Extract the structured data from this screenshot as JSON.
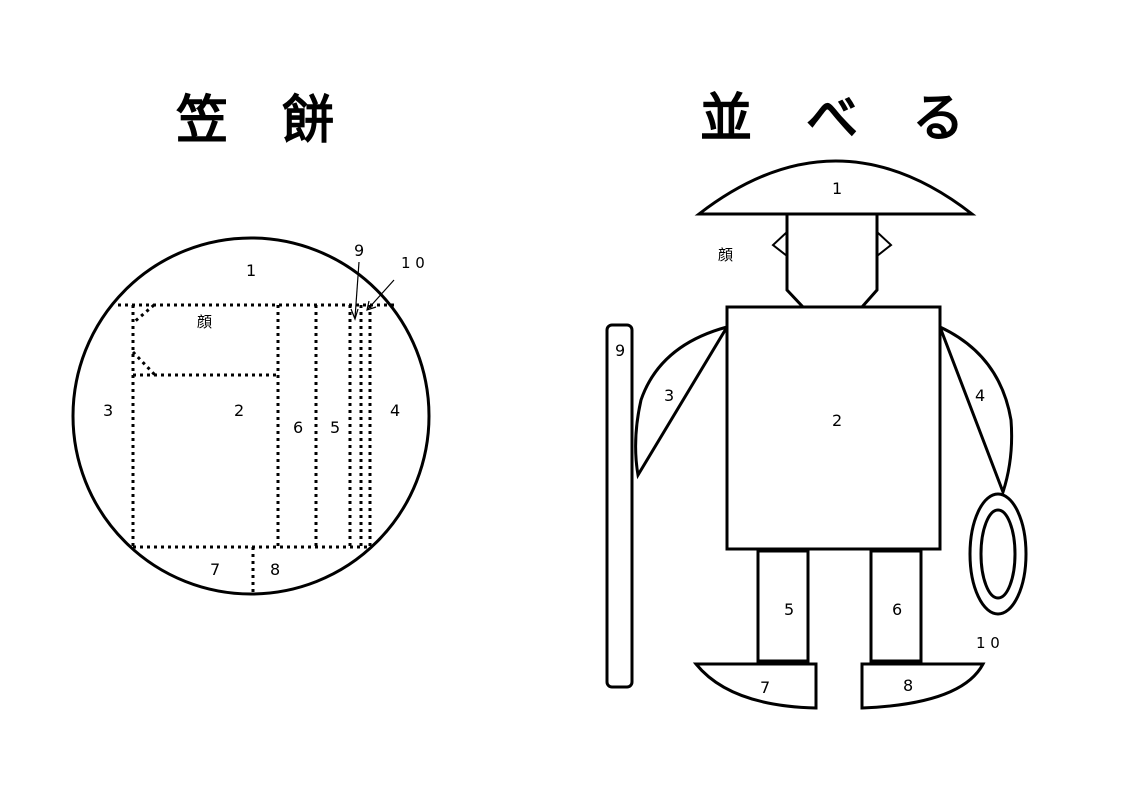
{
  "left_panel": {
    "title": "笠 餅",
    "labels": {
      "p1": "1",
      "p2": "2",
      "p3": "3",
      "p4": "4",
      "p5": "5",
      "p6": "6",
      "p7": "7",
      "p8": "8",
      "p9": "9",
      "p10": "1 0",
      "face": "顔"
    }
  },
  "right_panel": {
    "title": "並 べ る",
    "labels": {
      "p1": "1",
      "p2": "2",
      "p3": "3",
      "p4": "4",
      "p5": "5",
      "p6": "6",
      "p7": "7",
      "p8": "8",
      "p9": "9",
      "p10": "1 0",
      "face": "顔"
    }
  }
}
